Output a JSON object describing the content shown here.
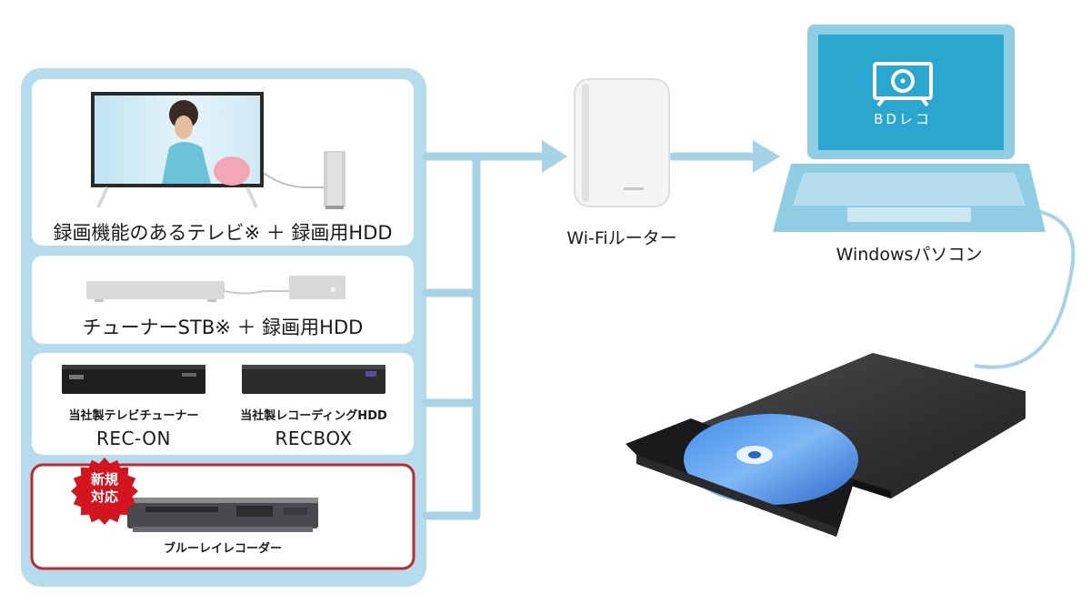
{
  "sources": {
    "tv_hdd": {
      "label": "録画機能のあるテレビ※ ＋ 録画用HDD"
    },
    "stb_hdd": {
      "label": "チューナーSTB※ ＋ 録画用HDD"
    },
    "rec_on": {
      "caption": "当社製テレビチューナー",
      "model": "REC-ON"
    },
    "recbox": {
      "caption": "当社製レコーディングHDD",
      "model": "RECBOX"
    },
    "bluray": {
      "badge_line1": "新規",
      "badge_line2": "対応",
      "label": "ブルーレイレコーダー"
    }
  },
  "router": {
    "label": "Wi-Fiルーター"
  },
  "pc": {
    "label": "Windowsパソコン",
    "app_name": "BDレコ"
  },
  "colors": {
    "connector": "#a6d3e6",
    "panel_border": "#b4dcec",
    "highlight_border": "#c0282d",
    "badge": "#d4141f",
    "screen": "#2aa7cf",
    "laptop_body": "#8fcde3"
  }
}
